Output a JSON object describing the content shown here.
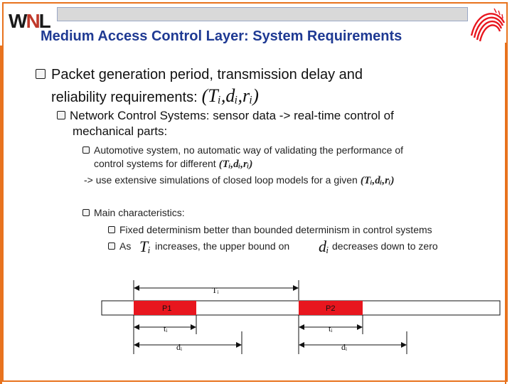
{
  "header": {
    "logo_text_a": "W",
    "logo_text_b": "N",
    "logo_text_c": "L",
    "title": "Medium Access Control Layer: System Requirements"
  },
  "content": {
    "bullet1_line1": "Packet generation period, transmission delay and",
    "bullet1_line2": "reliability requirements:",
    "bullet1_math": "(Tᵢ,dᵢ,rᵢ)",
    "bullet2_line1": "Network Control Systems: sensor data -> real-time control of",
    "bullet2_line2": "mechanical parts:",
    "bullet3_line1": "Automotive system, no automatic way of validating the performance of",
    "bullet3_line2": "control systems for different",
    "bullet3_math": "(Tᵢ,dᵢ,rᵢ)",
    "arrow_text": "-> use extensive simulations of closed loop models for a given",
    "arrow_math": "(Tᵢ,dᵢ,rᵢ)",
    "bullet4": "Main characteristics:",
    "bullet5": "Fixed determinism better than bounded determinism in control systems",
    "bullet6_a": "As",
    "bullet6_math_t": "Tᵢ",
    "bullet6_b": "increases, the upper bound on",
    "bullet6_math_d": "dᵢ",
    "bullet6_c": "decreases down to zero"
  },
  "timing_diagram": {
    "period_label": "Tᵢ",
    "packets": [
      "P1",
      "P2"
    ],
    "t_label": "tᵢ",
    "d_label": "dᵢ",
    "packet_color": "#e8161e"
  },
  "colors": {
    "title": "#1f3a93",
    "border": "#e8731e"
  }
}
